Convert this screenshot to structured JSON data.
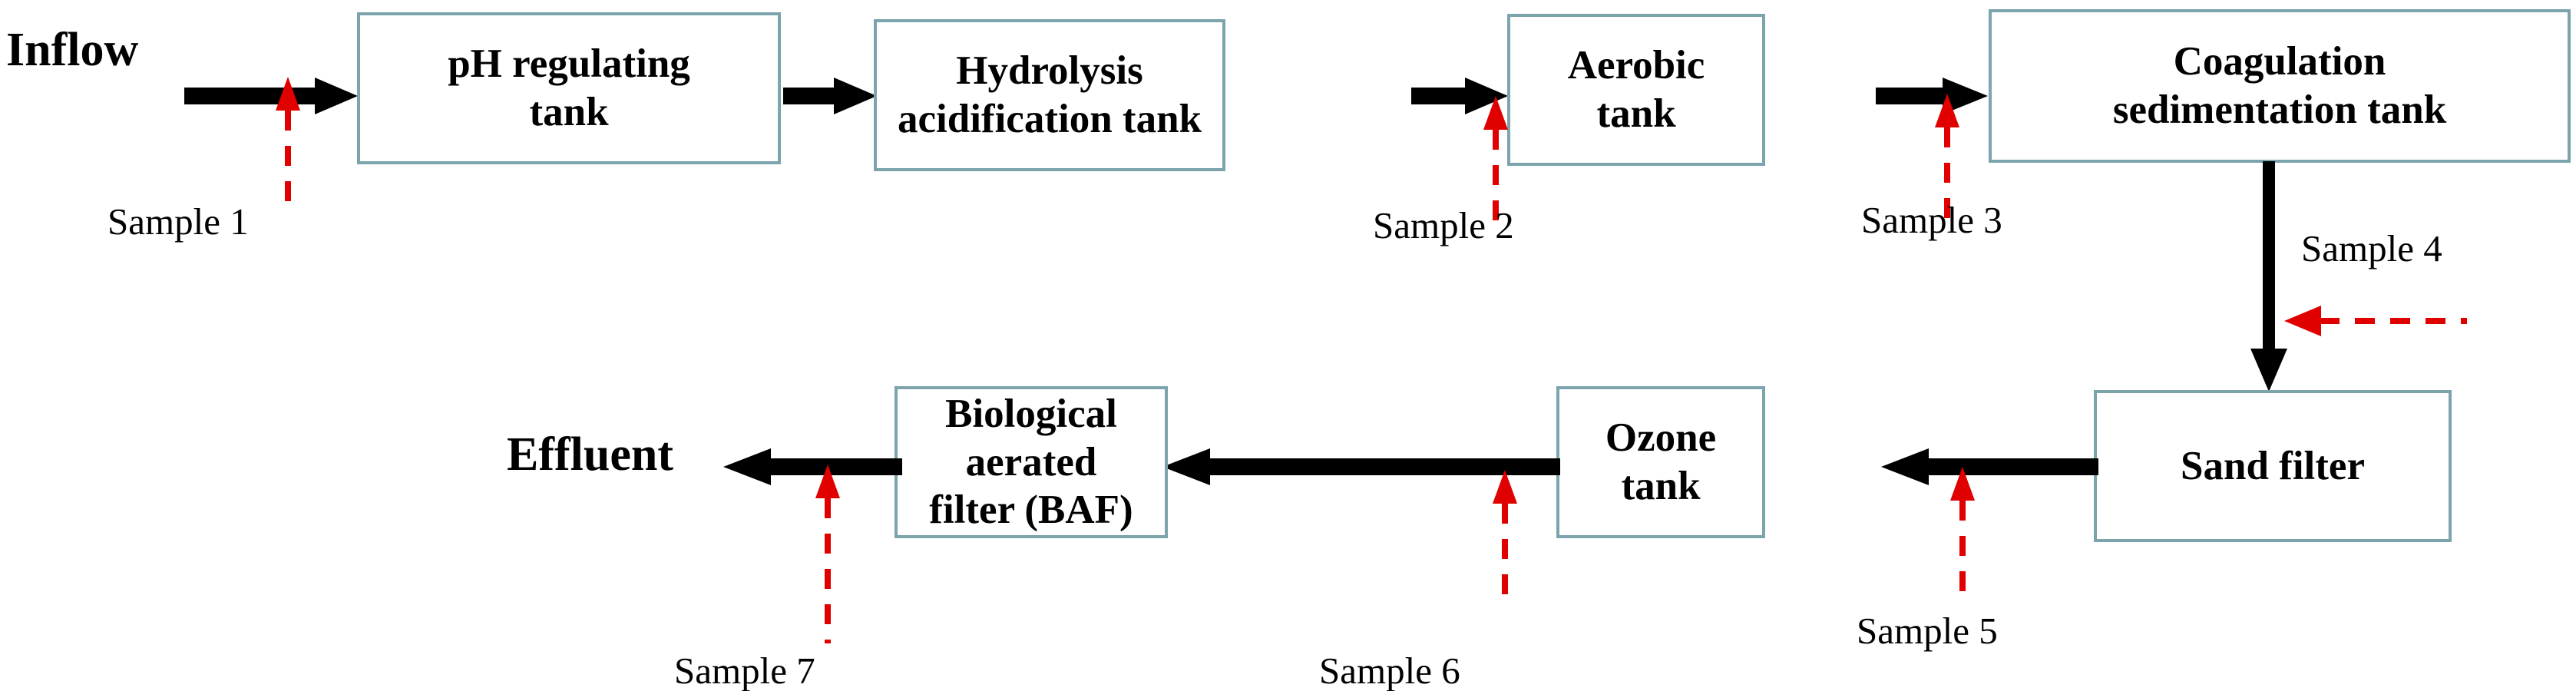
{
  "diagram": {
    "title": "Wastewater treatment process flow with sampling points",
    "colors": {
      "box_border": "#7ba4ac",
      "flow_arrow": "#000000",
      "sampling_arrow": "#e00000",
      "text": "#000000",
      "background": "#ffffff"
    },
    "endpoints": [
      {
        "id": "inflow",
        "label": "Inflow"
      },
      {
        "id": "effluent",
        "label": "Effluent"
      }
    ],
    "nodes": [
      {
        "id": "ph-regulating-tank",
        "label": "pH regulating\ntank"
      },
      {
        "id": "hydrolysis-acidification-tank",
        "label": "Hydrolysis\nacidification tank"
      },
      {
        "id": "aerobic-tank",
        "label": "Aerobic\ntank"
      },
      {
        "id": "coagulation-sedimentation-tank",
        "label": "Coagulation\nsedimentation tank"
      },
      {
        "id": "sand-filter",
        "label": "Sand filter"
      },
      {
        "id": "ozone-tank",
        "label": "Ozone\ntank"
      },
      {
        "id": "biological-aerated-filter",
        "label": "Biological aerated\nfilter (BAF)"
      }
    ],
    "sampling_points": [
      {
        "id": "sample-1",
        "label": "Sample 1",
        "direction": "up",
        "on": "inflow-to-ph-regulating-tank"
      },
      {
        "id": "sample-2",
        "label": "Sample 2",
        "direction": "up",
        "on": "hydrolysis-to-aerobic"
      },
      {
        "id": "sample-3",
        "label": "Sample 3",
        "direction": "up",
        "on": "aerobic-to-coagulation"
      },
      {
        "id": "sample-4",
        "label": "Sample 4",
        "direction": "left",
        "on": "coagulation-to-sand-filter"
      },
      {
        "id": "sample-5",
        "label": "Sample 5",
        "direction": "up",
        "on": "sand-filter-to-ozone"
      },
      {
        "id": "sample-6",
        "label": "Sample 6",
        "direction": "up",
        "on": "ozone-to-baf"
      },
      {
        "id": "sample-7",
        "label": "Sample 7",
        "direction": "up",
        "on": "baf-to-effluent"
      }
    ],
    "flow_sequence": [
      "Inflow",
      "pH regulating tank",
      "Hydrolysis acidification tank",
      "Aerobic tank",
      "Coagulation sedimentation tank",
      "Sand filter",
      "Ozone tank",
      "Biological aerated filter (BAF)",
      "Effluent"
    ]
  }
}
